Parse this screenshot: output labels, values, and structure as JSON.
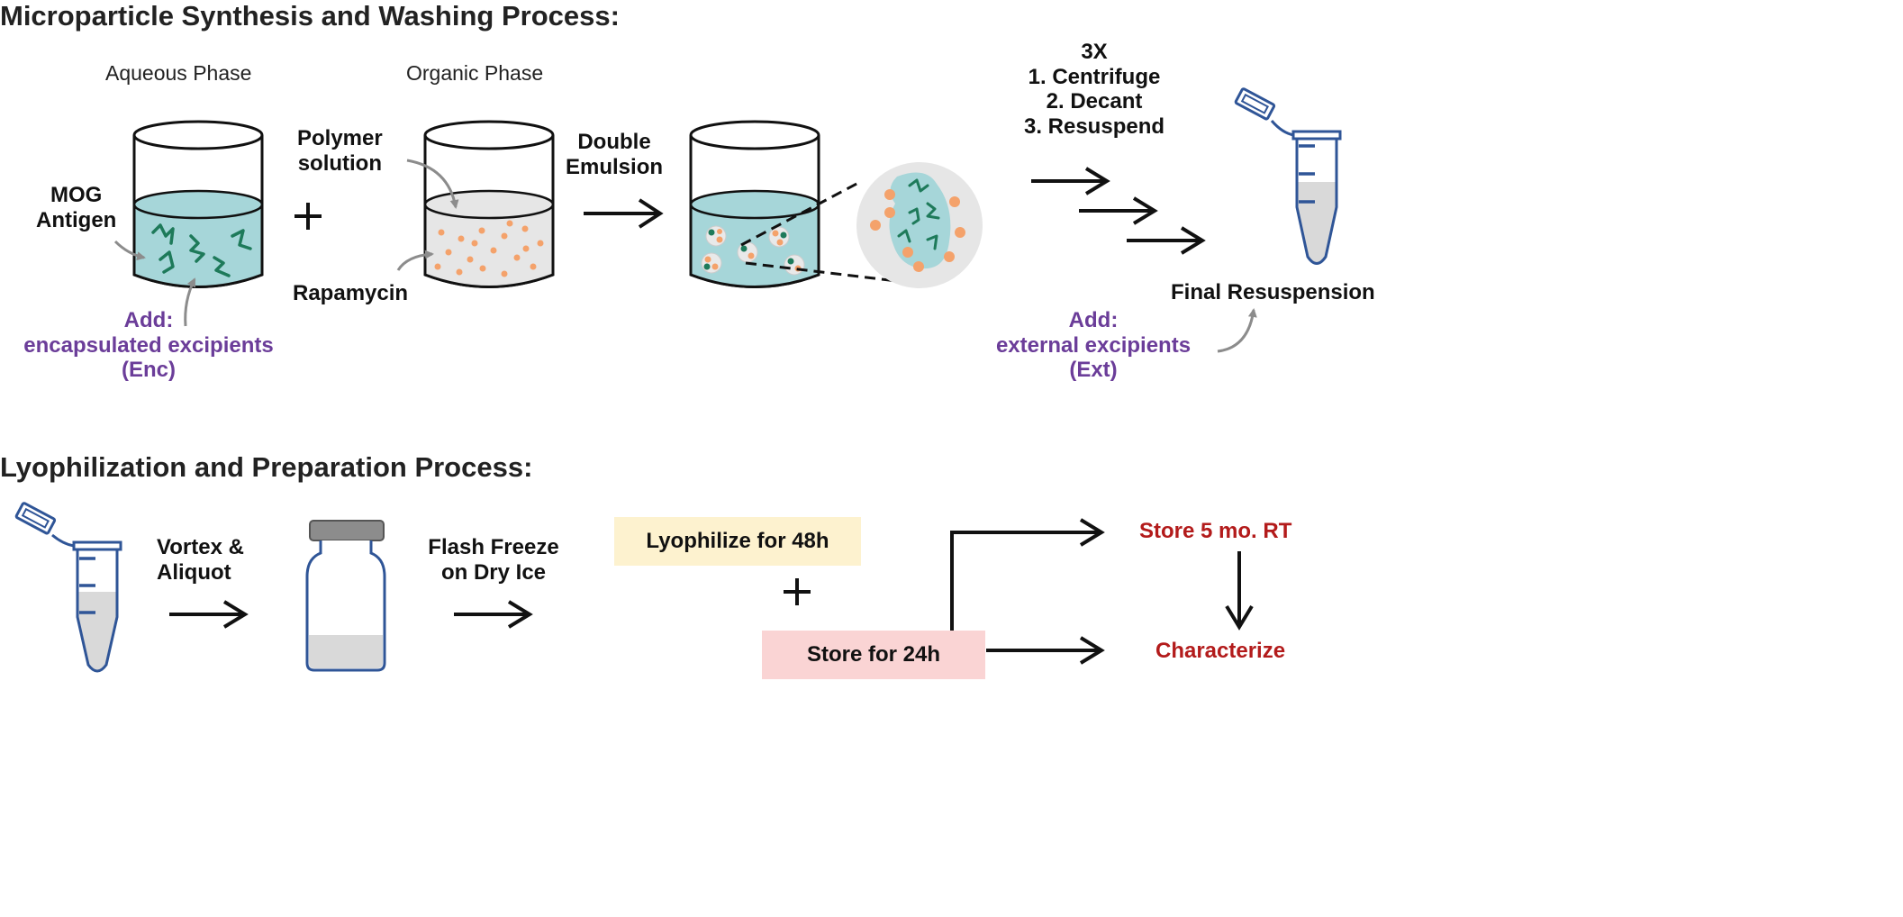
{
  "sections": {
    "synthesis_title": "Microparticle Synthesis and Washing Process:",
    "lyophilization_title": "Lyophilization and Preparation Process:"
  },
  "synthesis": {
    "aqueous_phase": "Aqueous Phase",
    "organic_phase": "Organic Phase",
    "mog_antigen": [
      "MOG",
      "Antigen"
    ],
    "plus": "+",
    "polymer_solution": [
      "Polymer",
      "solution"
    ],
    "rapamycin": "Rapamycin",
    "double_emulsion": [
      "Double",
      "Emulsion"
    ],
    "enc_excipients": [
      "Add:",
      "encapsulated excipients",
      "(Enc)"
    ],
    "wash_steps": [
      "3X",
      "1. Centrifuge",
      "2. Decant",
      "3. Resuspend"
    ],
    "final_resuspension": "Final Resuspension",
    "ext_excipients": [
      "Add:",
      "external excipients",
      "(Ext)"
    ]
  },
  "lyophilization": {
    "vortex": [
      "Vortex &",
      "Aliquot"
    ],
    "flash_freeze": [
      "Flash Freeze",
      "on Dry Ice"
    ],
    "lyophilize": "Lyophilize for 48h",
    "plus": "+",
    "store_24h": "Store for 24h",
    "store_5mo": "Store 5 mo. RT",
    "characterize": "Characterize"
  },
  "colors": {
    "aqueous": "#a6d6d9",
    "organic": "#e6e6e6",
    "antigen": "#1e7a5a",
    "drug_dot": "#f4a26b",
    "purple_text": "#6b3d99",
    "red_text": "#b31b1b",
    "tube_blue": "#2f5597",
    "lyophilize_box": "#fdf2cf",
    "store_box": "#fad4d4",
    "vial_cap": "#8c8c8c"
  }
}
